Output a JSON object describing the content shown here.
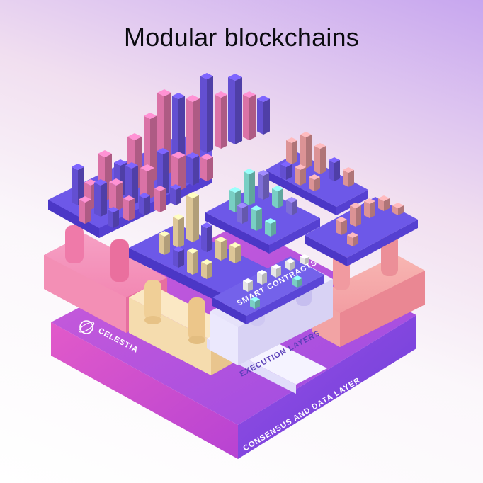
{
  "title": "Modular blockchains",
  "labels": {
    "smart_contracts": "SMART CONTRACTS",
    "execution_layers": "EXECUTION LAYERS",
    "consensus_layer": "CONSENSUS AND DATA LAYER",
    "brand": "CELESTIA"
  },
  "colors": {
    "base_top": "#b84fd6",
    "base_left": "#d44fc8",
    "base_right": "#8c4ae0",
    "plate_top": "#6a55e6",
    "pink": "#f27fb8",
    "cream": "#f7dfb3",
    "salmon": "#f4a3a6",
    "lilac": "#e6e3fa",
    "teal": "#7fe3d6"
  }
}
